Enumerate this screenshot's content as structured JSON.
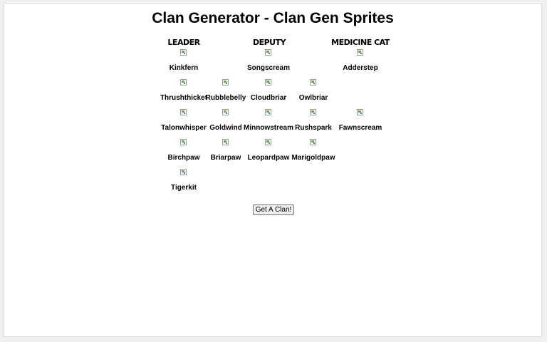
{
  "page": {
    "title": "Clan Generator - Clan Gen Sprites"
  },
  "roles": {
    "leader": "LEADER",
    "deputy": "DEPUTY",
    "medicine_cat": "MEDICINE CAT"
  },
  "cats": {
    "row1": [
      "Kinkfern",
      "Songscream",
      "Adderstep"
    ],
    "row2": [
      "Thrushthicket",
      "Rubblebelly",
      "Cloudbriar",
      "Owlbriar"
    ],
    "row3": [
      "Talonwhisper",
      "Goldwind",
      "Minnowstream",
      "Rushspark",
      "Fawnscream"
    ],
    "row4": [
      "Birchpaw",
      "Briarpaw",
      "Leopardpaw",
      "Marigoldpaw"
    ],
    "row5": [
      "Tigerkit"
    ]
  },
  "sprite_icon": "broken-image-icon",
  "button": {
    "label": "Get A Clan!"
  }
}
